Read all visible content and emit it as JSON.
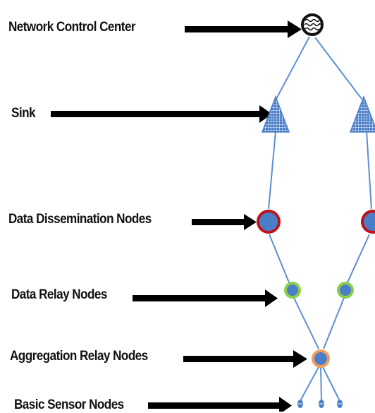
{
  "labels": {
    "network_control_center": "Network Control Center",
    "sink": "Sink",
    "data_dissemination_nodes": "Data Dissemination Nodes",
    "data_relay_nodes": "Data Relay Nodes",
    "aggregation_relay_nodes": "Aggregation Relay Nodes",
    "basic_sensor_nodes": "Basic Sensor Nodes"
  },
  "colors": {
    "edge": "#5b8fd4",
    "node_fill": "#4a7ec8",
    "network_control_center_ring": "#111111",
    "sink": "#4a7ec8",
    "data_dissemination_ring": "#c0121c",
    "data_relay_ring": "#8ccf4a",
    "aggregation_relay_ring": "#f0a05a",
    "arrow": "#000000"
  },
  "icons": {
    "network_control_center": "wave-circle-icon",
    "sink": "triangle-grid-icon"
  }
}
